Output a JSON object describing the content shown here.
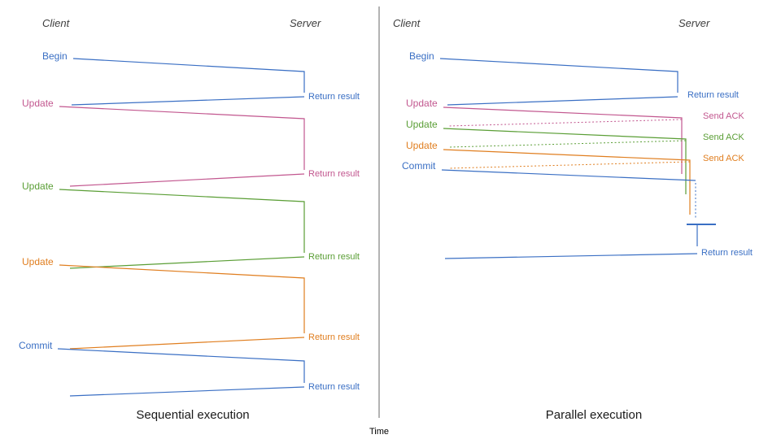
{
  "colors": {
    "begin_commit": "#3A6FC4",
    "update_first": "#C2578F",
    "update_second": "#5A9E35",
    "update_third": "#E07E1F",
    "time_axis": "#808080"
  },
  "timeline": {
    "label": "Time"
  },
  "panels": {
    "left": {
      "caption": "Sequential execution",
      "client_label": "Client",
      "server_label": "Server",
      "steps": [
        {
          "request": "Begin",
          "response": "Return result",
          "color": "#3A6FC4"
        },
        {
          "request": "Update",
          "response": "Return result",
          "color": "#C2578F"
        },
        {
          "request": "Update",
          "response": "Return result",
          "color": "#5A9E35"
        },
        {
          "request": "Update",
          "response": "Return result",
          "color": "#E07E1F"
        },
        {
          "request": "Commit",
          "response": "Return result",
          "color": "#3A6FC4"
        }
      ]
    },
    "right": {
      "caption": "Parallel execution",
      "client_label": "Client",
      "server_label": "Server",
      "steps": [
        {
          "request": "Begin",
          "response": "Return result",
          "color": "#3A6FC4"
        },
        {
          "request": "Update",
          "response": "Send ACK",
          "color": "#C2578F"
        },
        {
          "request": "Update",
          "response": "Send ACK",
          "color": "#5A9E35"
        },
        {
          "request": "Update",
          "response": "Send ACK",
          "color": "#E07E1F"
        },
        {
          "request": "Commit",
          "response": "Return result",
          "color": "#3A6FC4"
        }
      ]
    }
  }
}
